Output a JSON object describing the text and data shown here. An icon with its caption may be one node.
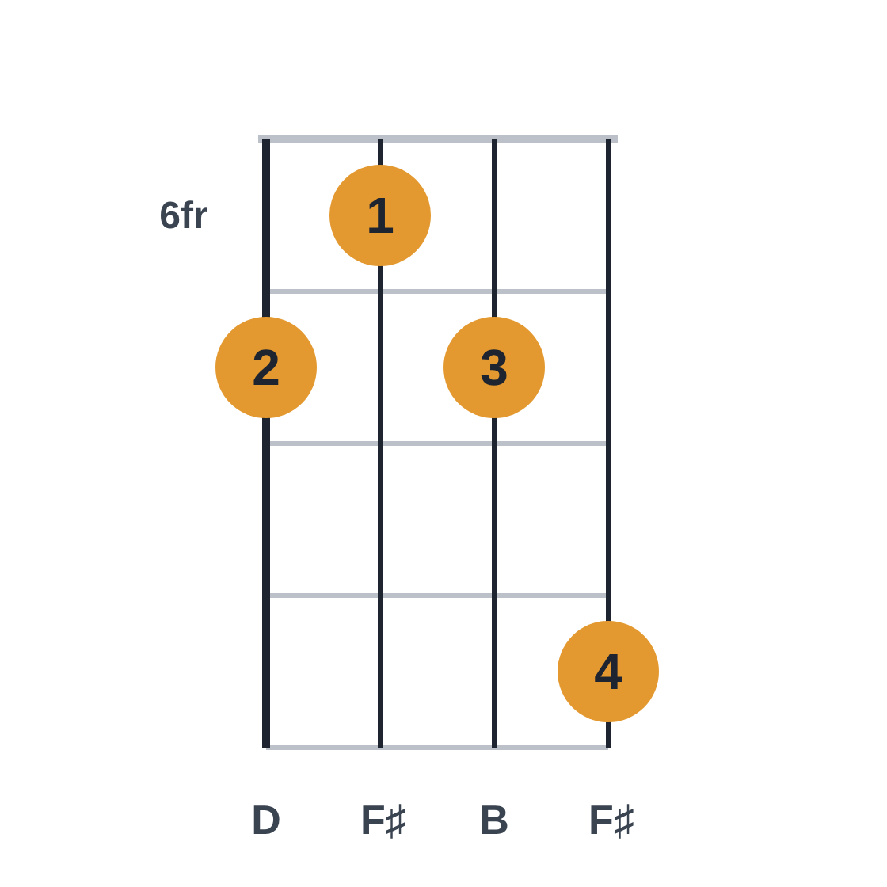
{
  "diagram": {
    "nodes": [
      {
        "text": [
          "1"
        ]
      },
      {
        "text": [
          "2"
        ]
      },
      {
        "text": [
          "3"
        ]
      },
      {
        "text": [
          "4"
        ]
      }
    ],
    "labels": [
      "6fr",
      "D",
      "F♯",
      "B",
      "F♯"
    ]
  }
}
